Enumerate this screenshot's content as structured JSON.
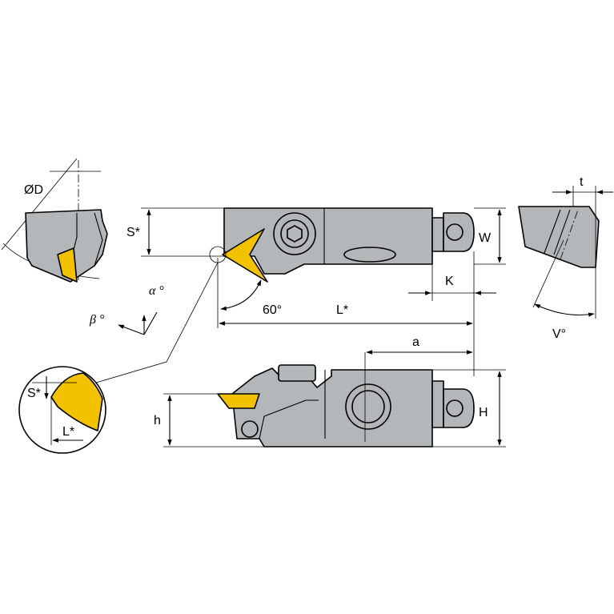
{
  "colors": {
    "body": "#b4b7ba",
    "insert": "#f2c200",
    "line": "#000000"
  },
  "labels": {
    "diameter": "ØD",
    "s_star": "S*",
    "w": "W",
    "k": "K",
    "angle_60": "60°",
    "l_star": "L*",
    "a": "a",
    "h_small": "h",
    "h_large": "H",
    "t": "t",
    "v_angle": "V°",
    "alpha": "α °",
    "beta": "β °",
    "detail_s_star": "S*",
    "detail_l_star": "L*"
  },
  "icons": {
    "clamp_screw": "hex-socket-screw-icon",
    "coolant_plug": "round-plug-icon",
    "axis_arrows": "angle-axis-arrows-icon"
  }
}
